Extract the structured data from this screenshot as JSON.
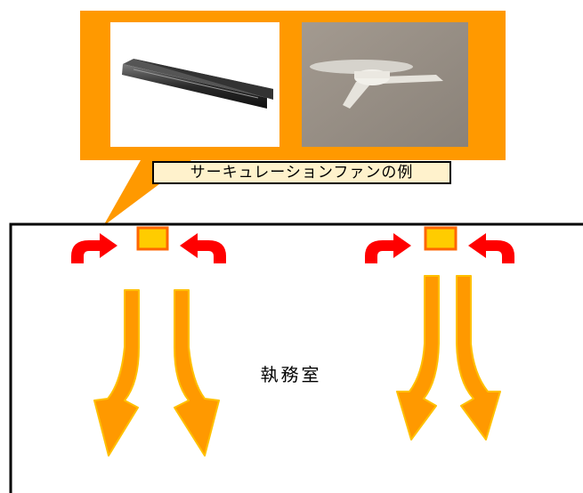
{
  "caption": "サーキュレーションファンの例",
  "room_label": "執務室",
  "colors": {
    "orange_panel": "#ff9900",
    "caption_fill": "#fff2cc",
    "fan_fill": "#ffcc00",
    "fan_border": "#ff6600",
    "red_arrow": "#ff0000",
    "down_arrow": "#ff9900",
    "down_arrow_border": "#ffc000"
  },
  "fans": [
    {
      "name": "fan-left"
    },
    {
      "name": "fan-right"
    }
  ]
}
